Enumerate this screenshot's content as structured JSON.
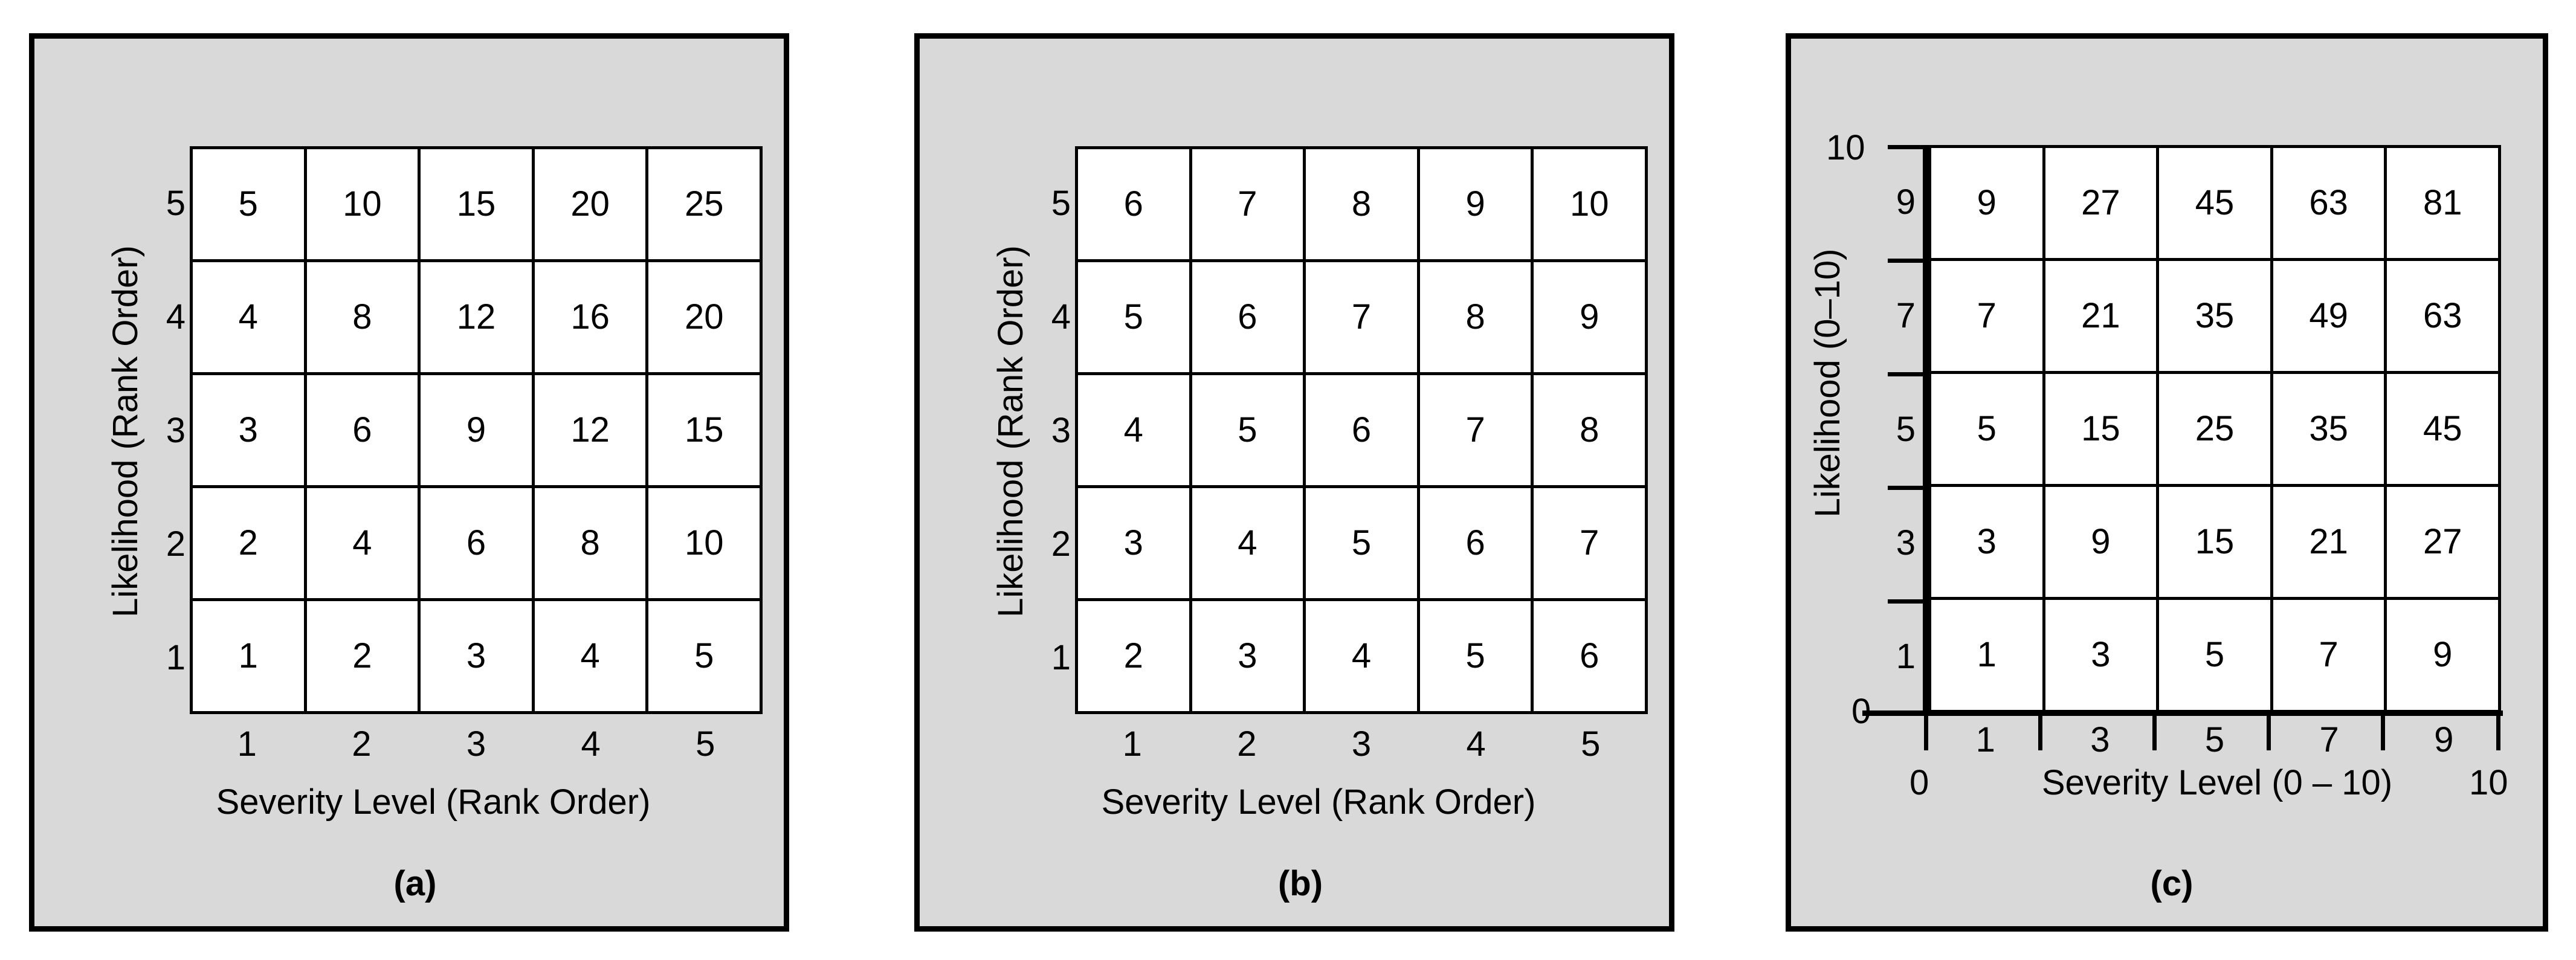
{
  "figure": {
    "background": "#ffffff",
    "panel_background": "#d9d9d9",
    "border_color": "#000000",
    "cell_background": "#ffffff",
    "text_color": "#000000"
  },
  "chart_data": [
    {
      "id": "a",
      "type": "heatmap",
      "title": "",
      "caption": "(a)",
      "xlabel": "Severity Level (Rank Order)",
      "ylabel": "Likelihood (Rank Order)",
      "xticks": [
        "1",
        "2",
        "3",
        "4",
        "5"
      ],
      "yticks": [
        "5",
        "4",
        "3",
        "2",
        "1"
      ],
      "x": [
        1,
        2,
        3,
        4,
        5
      ],
      "y": [
        5,
        4,
        3,
        2,
        1
      ],
      "operation": "multiplication",
      "grid": true,
      "legend": "none",
      "rows": [
        [
          "5",
          "10",
          "15",
          "20",
          "25"
        ],
        [
          "4",
          "8",
          "12",
          "16",
          "20"
        ],
        [
          "3",
          "6",
          "9",
          "12",
          "15"
        ],
        [
          "2",
          "4",
          "6",
          "8",
          "10"
        ],
        [
          "1",
          "2",
          "3",
          "4",
          "5"
        ]
      ],
      "values": [
        [
          5,
          10,
          15,
          20,
          25
        ],
        [
          4,
          8,
          12,
          16,
          20
        ],
        [
          3,
          6,
          9,
          12,
          15
        ],
        [
          2,
          4,
          6,
          8,
          10
        ],
        [
          1,
          2,
          3,
          4,
          5
        ]
      ]
    },
    {
      "id": "b",
      "type": "heatmap",
      "title": "",
      "caption": "(b)",
      "xlabel": "Severity Level (Rank Order)",
      "ylabel": "Likelihood (Rank Order)",
      "xticks": [
        "1",
        "2",
        "3",
        "4",
        "5"
      ],
      "yticks": [
        "5",
        "4",
        "3",
        "2",
        "1"
      ],
      "x": [
        1,
        2,
        3,
        4,
        5
      ],
      "y": [
        5,
        4,
        3,
        2,
        1
      ],
      "operation": "addition",
      "grid": true,
      "legend": "none",
      "rows": [
        [
          "6",
          "7",
          "8",
          "9",
          "10"
        ],
        [
          "5",
          "6",
          "7",
          "8",
          "9"
        ],
        [
          "4",
          "5",
          "6",
          "7",
          "8"
        ],
        [
          "3",
          "4",
          "5",
          "6",
          "7"
        ],
        [
          "2",
          "3",
          "4",
          "5",
          "6"
        ]
      ],
      "values": [
        [
          6,
          7,
          8,
          9,
          10
        ],
        [
          5,
          6,
          7,
          8,
          9
        ],
        [
          4,
          5,
          6,
          7,
          8
        ],
        [
          3,
          4,
          5,
          6,
          7
        ],
        [
          2,
          3,
          4,
          5,
          6
        ]
      ]
    },
    {
      "id": "c",
      "type": "heatmap",
      "title": "",
      "caption": "(c)",
      "xlabel": "Severity Level (0 – 10)",
      "ylabel": "Likelihood (0–10)",
      "xticks": [
        "1",
        "3",
        "5",
        "7",
        "9"
      ],
      "yticks": [
        "9",
        "7",
        "5",
        "3",
        "1"
      ],
      "x": [
        1,
        3,
        5,
        7,
        9
      ],
      "y": [
        9,
        7,
        5,
        3,
        1
      ],
      "xlim": [
        0,
        10
      ],
      "ylim": [
        0,
        10
      ],
      "x_axis_min_label": "0",
      "x_axis_max_label": "10",
      "y_axis_min_label": "0",
      "y_axis_max_label": "10",
      "operation": "multiplication",
      "grid": true,
      "legend": "none",
      "rows": [
        [
          "9",
          "27",
          "45",
          "63",
          "81"
        ],
        [
          "7",
          "21",
          "35",
          "49",
          "63"
        ],
        [
          "5",
          "15",
          "25",
          "35",
          "45"
        ],
        [
          "3",
          "9",
          "15",
          "21",
          "27"
        ],
        [
          "1",
          "3",
          "5",
          "7",
          "9"
        ]
      ],
      "values": [
        [
          9,
          27,
          45,
          63,
          81
        ],
        [
          7,
          21,
          35,
          49,
          63
        ],
        [
          5,
          15,
          25,
          35,
          45
        ],
        [
          3,
          9,
          15,
          21,
          27
        ],
        [
          1,
          3,
          5,
          7,
          9
        ]
      ]
    }
  ]
}
